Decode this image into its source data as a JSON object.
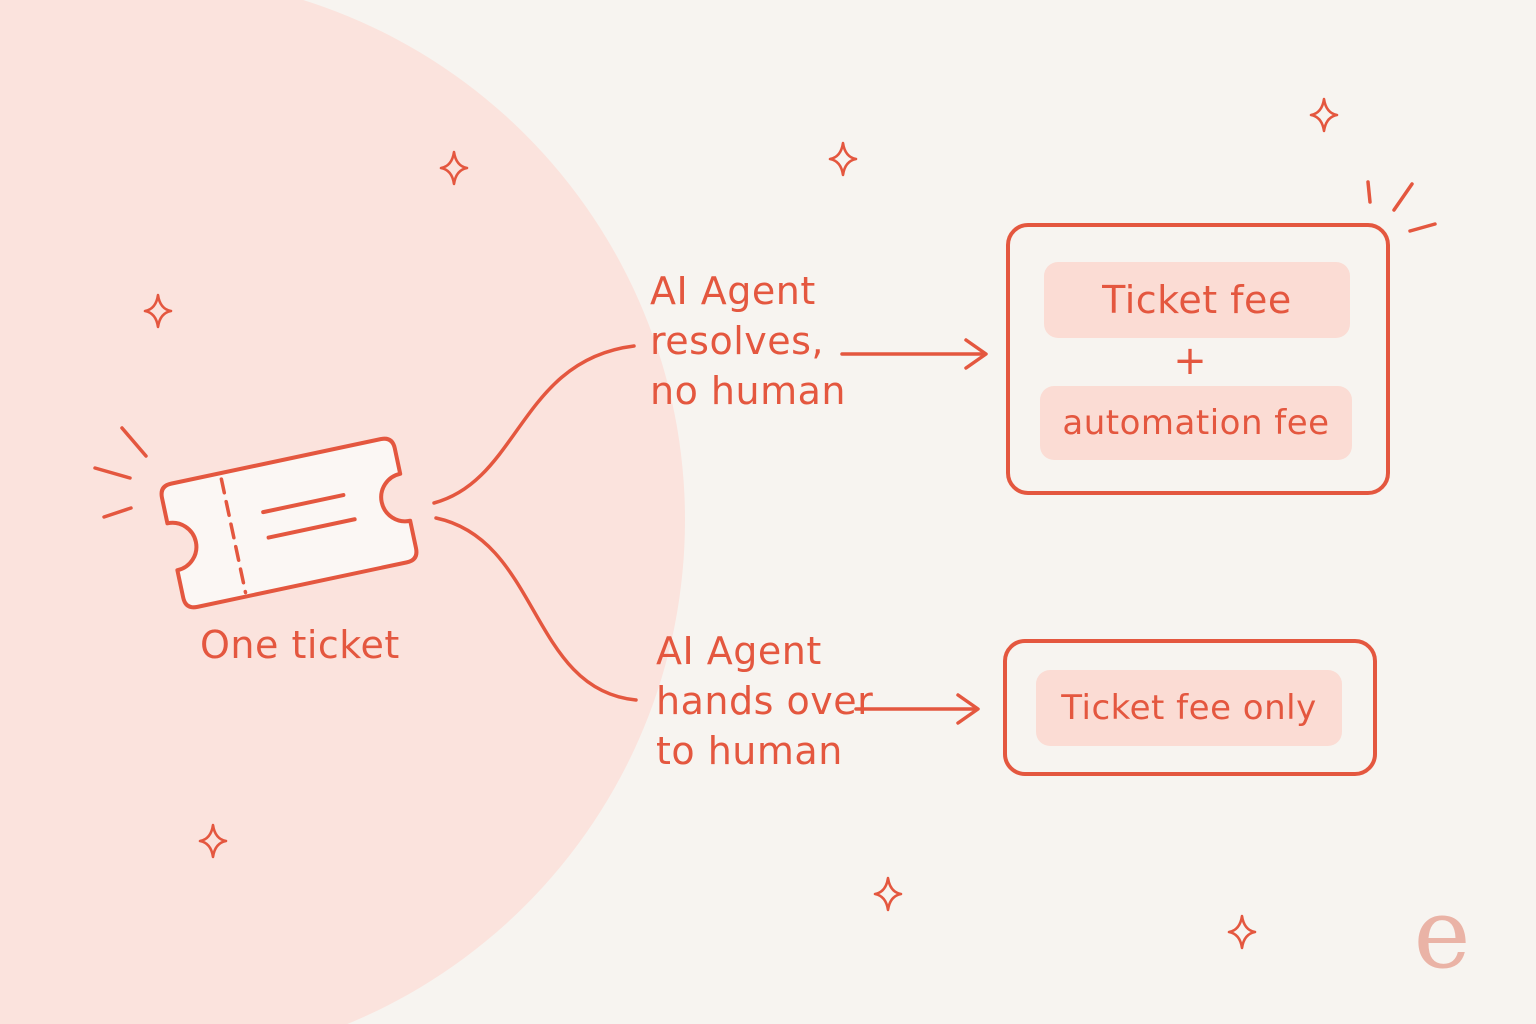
{
  "ticket": {
    "label": "One ticket"
  },
  "branches": [
    {
      "label_lines": [
        "AI Agent",
        "resolves,",
        "no human"
      ],
      "outcome": {
        "fees": [
          "Ticket fee",
          "automation fee"
        ],
        "joiner": "+"
      }
    },
    {
      "label_lines": [
        "AI Agent",
        "hands over",
        "to human"
      ],
      "outcome": {
        "fees": [
          "Ticket fee only"
        ]
      }
    }
  ],
  "logo": "e",
  "colors": {
    "accent": "#e4573f",
    "pill_fill": "#fbdcd4",
    "circle_fill": "#fbe3dd",
    "background": "#f7f4f0",
    "logo": "#eab3a6"
  },
  "icons": [
    "ticket-icon",
    "sparkle-icon",
    "burst-lines-icon",
    "arrow-right-icon"
  ]
}
